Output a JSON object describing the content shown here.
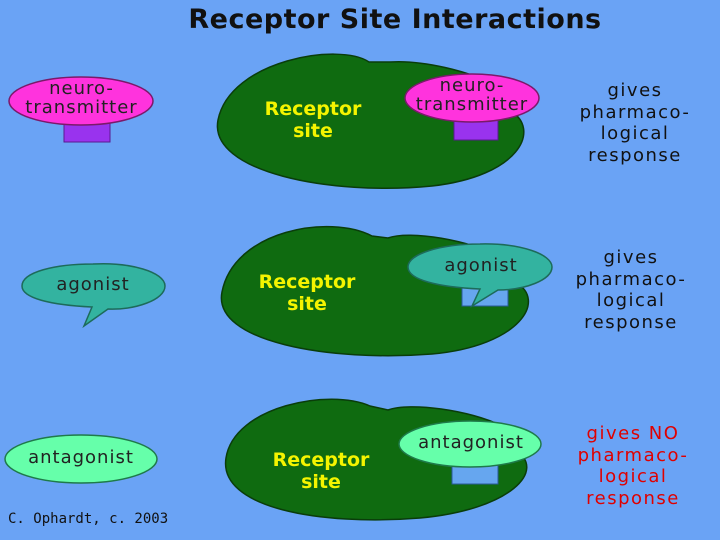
{
  "title": "Receptor Site Interactions",
  "colors": {
    "background": "#6aa3f5",
    "receptor_pad": "#0f6b10",
    "receptor_text": "#f4f400",
    "neurotransmitter": "#ff33dd",
    "neurotransmitter_tab": "#9933ee",
    "agonist": "#33b3a0",
    "agonist_tab": "#66a6ef",
    "antagonist": "#66ffaa",
    "no_response_text": "#e00000"
  },
  "rows": [
    {
      "molecule_lines": [
        "neuro-",
        "transmitter"
      ],
      "receptor_lines": [
        "Receptor",
        "site"
      ],
      "response_lines": [
        "gives",
        "pharmaco-",
        "logical",
        "response"
      ]
    },
    {
      "molecule": "agonist",
      "receptor_lines": [
        "Receptor",
        "site"
      ],
      "response_lines": [
        "gives",
        "pharmaco-",
        "logical",
        "response"
      ]
    },
    {
      "molecule": "antagonist",
      "receptor_lines": [
        "Receptor",
        "site"
      ],
      "response_lines": [
        "gives NO",
        "pharmaco-",
        "logical",
        "response"
      ]
    }
  ],
  "credit": "C. Ophardt, c. 2003"
}
